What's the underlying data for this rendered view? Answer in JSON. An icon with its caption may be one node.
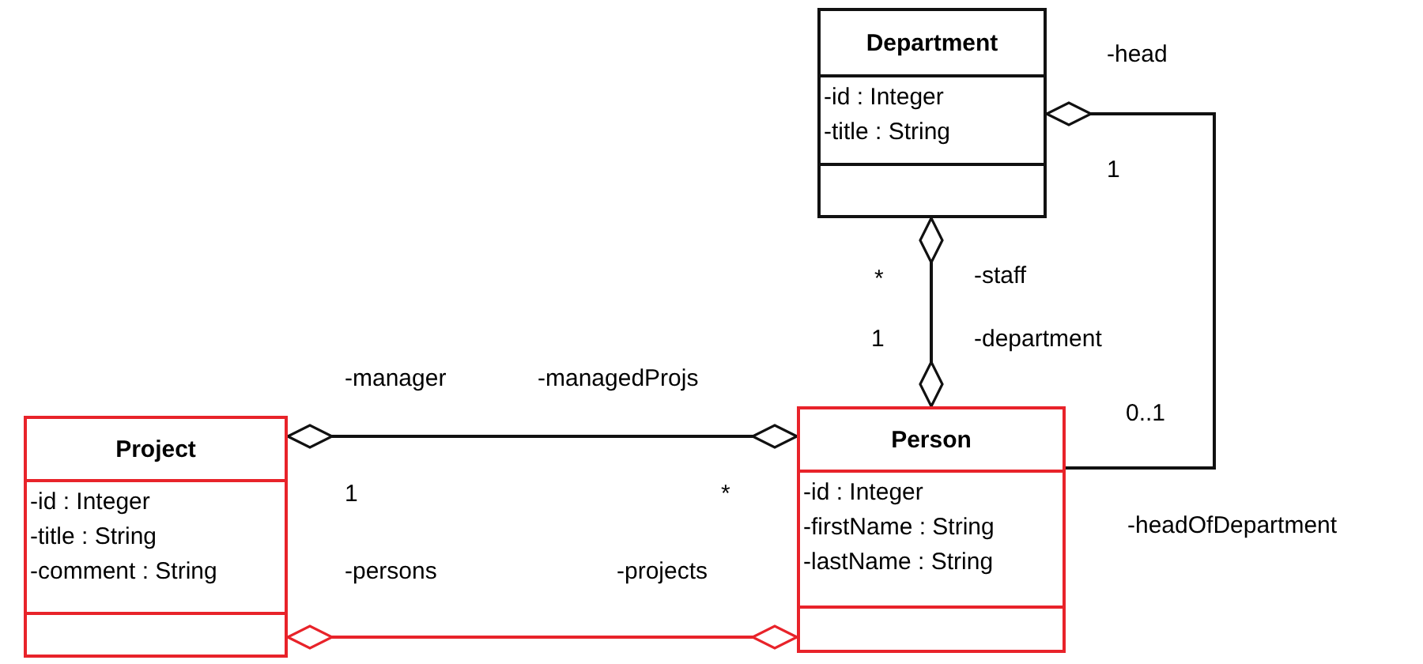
{
  "diagram": {
    "nodes": [
      {
        "text": [
          "Department",
          "-id : Integer",
          "-title : String"
        ]
      },
      {
        "text": [
          "Project",
          "-id : Integer",
          "-title : String",
          "-comment : String"
        ]
      },
      {
        "text": [
          "Person",
          "-id : Integer",
          "-firstName : String",
          "-lastName : String"
        ]
      }
    ],
    "edges": [
      {
        "from": 0,
        "to": 2,
        "arrow": "other"
      },
      {
        "from": 0,
        "to": 2,
        "arrow": "other"
      },
      {
        "from": 1,
        "to": 2,
        "arrow": "other"
      },
      {
        "from": 1,
        "to": 2,
        "arrow": "other",
        "color": "#e8232a"
      }
    ],
    "labels": [
      "-head",
      "1",
      "*",
      "-staff",
      "1",
      "-department",
      "-manager",
      "-managedProjs",
      "0..1",
      "1",
      "*",
      "-headOfDepartment",
      "-persons",
      "-projects"
    ]
  }
}
